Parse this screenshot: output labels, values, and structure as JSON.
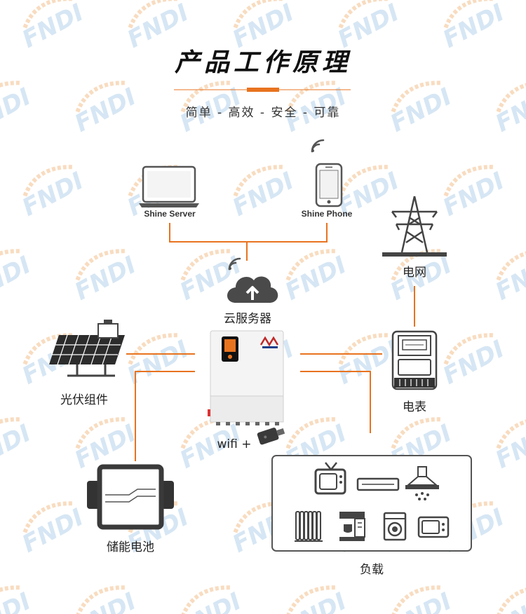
{
  "header": {
    "title": "产品工作原理",
    "subtitle": "简单 - 高效 - 安全 - 可靠"
  },
  "nodes": {
    "shine_server": "Shine Server",
    "shine_phone": "Shine Phone",
    "grid": "电网",
    "cloud": "云服务器",
    "pv": "光伏组件",
    "meter": "电表",
    "wifi": "wifi +",
    "battery": "储能电池",
    "load": "负载"
  },
  "watermark": "FNDI",
  "colors": {
    "accent": "#e8731f",
    "title_underline": "#e8731f",
    "device_gray": "#444444",
    "watermark_blue": "#d6e6f4",
    "watermark_orange": "#f8dcc0"
  },
  "icons": [
    "laptop-icon",
    "smartphone-icon",
    "wifi-signal-icon",
    "cloud-upload-icon",
    "power-tower-icon",
    "solar-panel-icon",
    "inverter-icon",
    "electric-meter-icon",
    "wifi-dongle-icon",
    "battery-icon",
    "tv-icon",
    "range-hood-icon",
    "oil-heater-icon",
    "coffee-machine-icon",
    "washing-machine-icon",
    "microwave-icon",
    "air-conditioner-icon"
  ]
}
